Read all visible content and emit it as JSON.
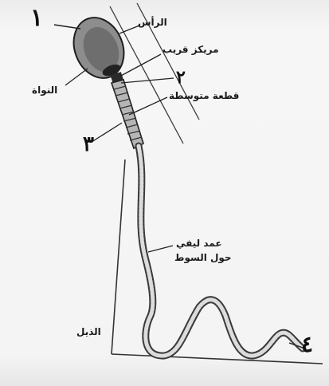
{
  "labels": {
    "head": "الرأس",
    "proximal_centriole": "مريكز قريب",
    "middle_piece": "قطعة متوسطة",
    "nucleus": "النواة",
    "axial_filament_line1": "عمد ليفي",
    "axial_filament_line2": "حول السوط",
    "tail": "الذيل"
  },
  "markers": {
    "m1": "١",
    "m2": "٢",
    "m3": "٣",
    "m4": "٤"
  }
}
